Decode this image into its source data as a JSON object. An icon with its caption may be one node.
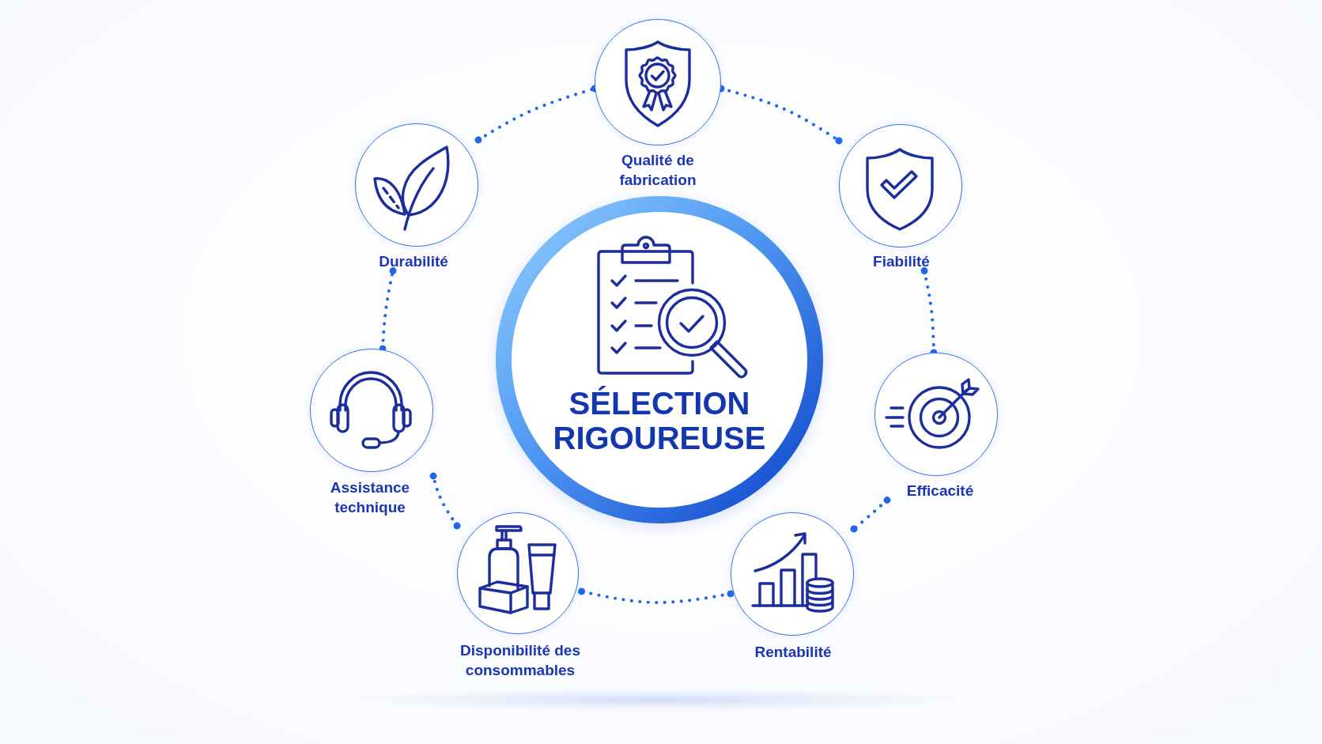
{
  "diagram": {
    "nodes": [
      {
        "text": [
          "SÉLECTION RIGOUREUSE"
        ]
      },
      {
        "text": [
          "Qualité de fabrication"
        ]
      },
      {
        "text": [
          "Fiabilité"
        ]
      },
      {
        "text": [
          "Efficacité"
        ]
      },
      {
        "text": [
          "Rentabilité"
        ]
      },
      {
        "text": [
          "Disponibilité des consommables"
        ]
      },
      {
        "text": [
          "Assistance technique"
        ]
      },
      {
        "text": [
          "Durabilité"
        ]
      }
    ],
    "edges": [
      {
        "from": 1,
        "to": 2,
        "arrow": "other",
        "style": "dashed"
      },
      {
        "from": 2,
        "to": 3,
        "arrow": "other",
        "style": "dashed"
      },
      {
        "from": 3,
        "to": 4,
        "arrow": "other",
        "style": "dashed"
      },
      {
        "from": 4,
        "to": 5,
        "arrow": "other",
        "style": "dashed"
      },
      {
        "from": 5,
        "to": 6,
        "arrow": "other",
        "style": "dashed"
      },
      {
        "from": 6,
        "to": 7,
        "arrow": "other",
        "style": "dashed"
      },
      {
        "from": 7,
        "to": 1,
        "arrow": "other",
        "style": "dashed"
      }
    ]
  }
}
